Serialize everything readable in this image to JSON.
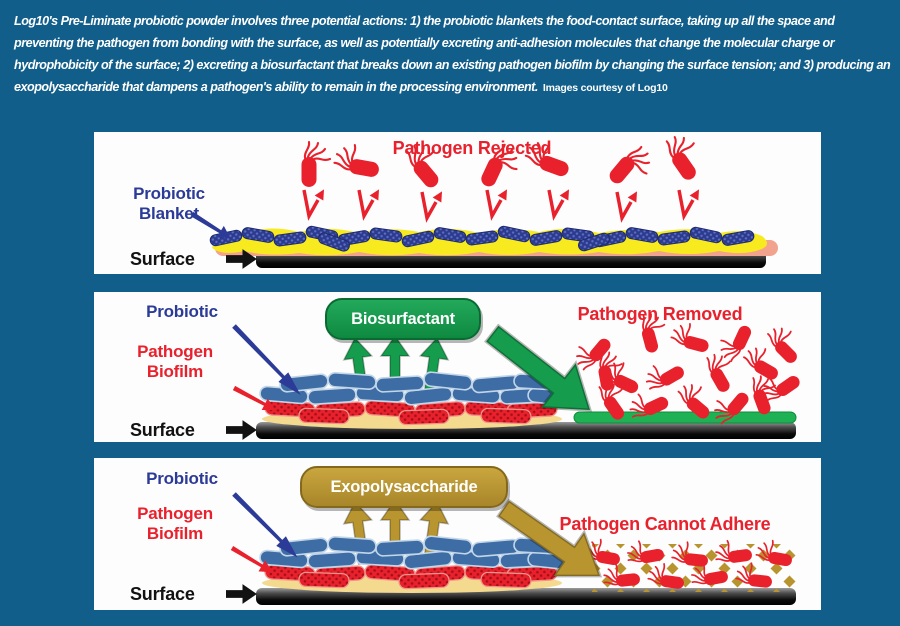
{
  "caption": {
    "lines": [
      "Log10's Pre-Liminate probiotic powder involves three potential actions: 1) the probiotic blankets the food-contact surface, taking up all the space and",
      "preventing the pathogen from bonding with the surface, as well as potentially excreting anti-adhesion molecules that change the molecular charge or",
      "hydrophobicity of the surface; 2) excreting a biosurfactant that breaks down an existing pathogen biofilm by changing the surface tension; and 3) producing an",
      "exopolysaccharide that dampens a pathogen's ability to remain in the processing environment."
    ],
    "credit": "Images courtesy of Log10"
  },
  "panels": [
    {
      "title": "Pathogen Rejected",
      "label_probiotic_line1": "Probiotic",
      "label_probiotic_line2": "Blanket",
      "label_surface": "Surface"
    },
    {
      "box_label": "Biosurfactant",
      "title": "Pathogen Removed",
      "label_probiotic": "Probiotic",
      "label_biofilm_line1": "Pathogen",
      "label_biofilm_line2": "Biofilm",
      "label_surface": "Surface"
    },
    {
      "box_label": "Exopolysaccharide",
      "title": "Pathogen Cannot Adhere",
      "label_probiotic": "Probiotic",
      "label_biofilm_line1": "Pathogen",
      "label_biofilm_line2": "Biofilm",
      "label_surface": "Surface"
    }
  ],
  "colors": {
    "background": "#115E8A",
    "accent_red": "#E8212D",
    "accent_blue": "#2B3B97",
    "green": "#159C4C",
    "gold": "#B8952F",
    "yellow": "#F7EA1E",
    "salmon": "#F2A38E",
    "surface_black": "#000000"
  }
}
